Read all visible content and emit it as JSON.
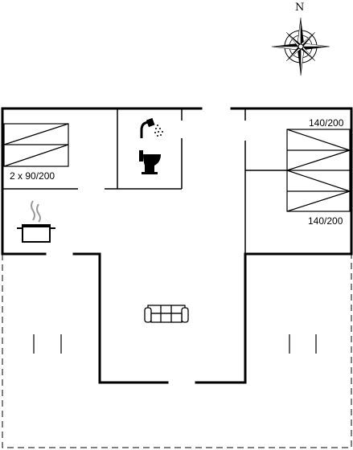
{
  "compass": {
    "north_label": "N",
    "icon": "compass-rose-icon"
  },
  "bedrooms": {
    "left_bed_label": "2 x 90/200",
    "right_bed_top_label": "140/200",
    "right_bed_bottom_label": "140/200"
  },
  "icons": [
    "shower-icon",
    "toilet-icon",
    "cooking-pot-icon",
    "sofa-icon"
  ]
}
